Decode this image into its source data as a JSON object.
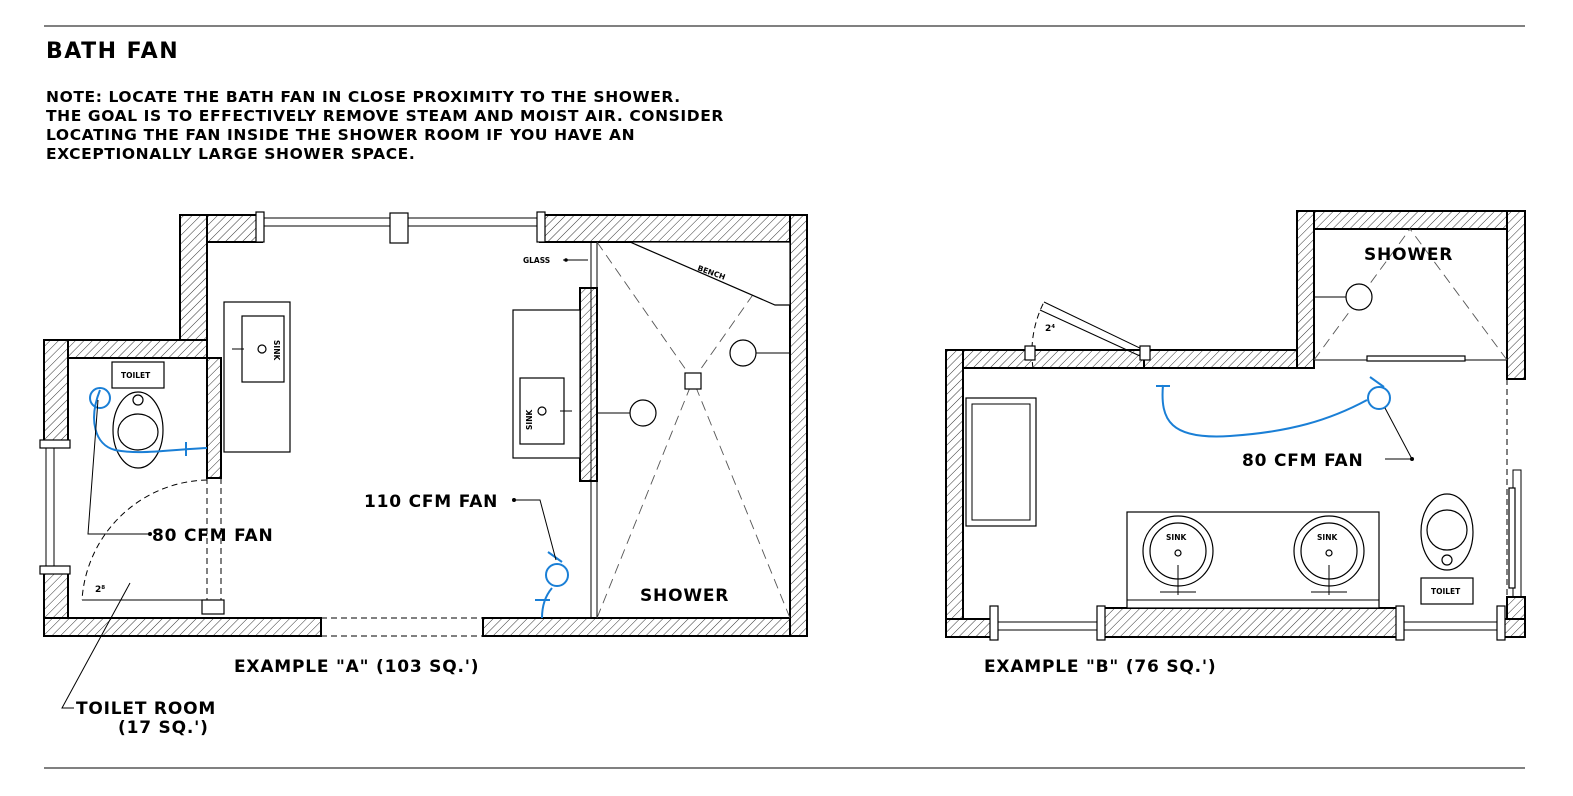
{
  "title": "BATH FAN",
  "note_lines": [
    "NOTE: LOCATE THE BATH FAN IN CLOSE PROXIMITY TO THE SHOWER.",
    "THE GOAL IS TO EFFECTIVELY REMOVE STEAM AND MOIST AIR. CONSIDER",
    "LOCATING THE FAN INSIDE THE SHOWER ROOM IF YOU HAVE AN",
    "EXCEPTIONALLY LARGE SHOWER SPACE."
  ],
  "example_a": {
    "caption": "EXAMPLE \"A\" (103 SQ.')",
    "toilet_label": "TOILET",
    "sink_label_1": "SINK",
    "sink_label_2": "SINK",
    "glass_label": "GLASS",
    "bench_label": "BENCH",
    "shower_label": "SHOWER",
    "fan_80": "80 CFM FAN",
    "fan_110": "110 CFM FAN",
    "door_size": "2⁸",
    "toilet_room_line1": "TOILET ROOM",
    "toilet_room_line2": "(17 SQ.')"
  },
  "example_b": {
    "caption": "EXAMPLE \"B\" (76 SQ.')",
    "shower_label": "SHOWER",
    "fan_80": "80 CFM FAN",
    "sink_label_1": "SINK",
    "sink_label_2": "SINK",
    "toilet_label": "TOILET",
    "door_size": "2⁴"
  },
  "colors": {
    "duct": "#1a7fd6",
    "line": "#000000"
  }
}
